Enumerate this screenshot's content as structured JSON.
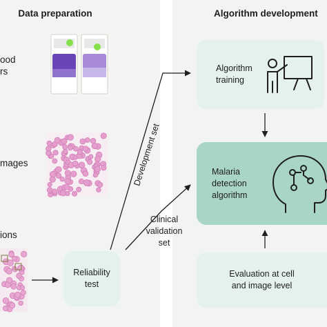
{
  "headings": {
    "data_preparation": "Data preparation",
    "algorithm_development": "Algorithm development"
  },
  "left_labels": {
    "blood": "ood",
    "smears": "rs",
    "images": "mages",
    "annotations": "ions"
  },
  "boxes": {
    "reliability": [
      "Reliability",
      "test"
    ],
    "algorithm_training": [
      "Algorithm",
      "training"
    ],
    "malaria_detection": [
      "Malaria",
      "detection",
      "algorithm"
    ],
    "evaluation": [
      "Evaluation at cell",
      "and image level"
    ]
  },
  "arrow_labels": {
    "development_set": "Development set",
    "clinical_validation": [
      "Clinical",
      "validation",
      "set"
    ]
  },
  "colors": {
    "panel": "#f1f4f3",
    "box_light": "#e5f1ee",
    "box_dark": "#a9d4c8",
    "slide_stain": "#7a5cc0",
    "rbc": "#e59fcd"
  },
  "icons": [
    "microscope-slides-photo",
    "blood-smear-image",
    "annotated-smear-image",
    "presenter-board-icon",
    "ai-head-icon"
  ]
}
